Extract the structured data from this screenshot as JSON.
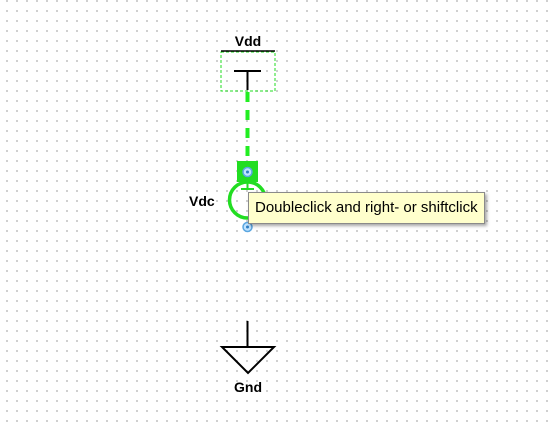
{
  "schematic": {
    "components": {
      "vdd": {
        "label": "Vdd",
        "icon": "supply-rail-icon"
      },
      "vdc": {
        "label": "Vdc",
        "icon": "dc-voltage-source-icon"
      },
      "gnd": {
        "label": "Gnd",
        "icon": "ground-icon"
      }
    },
    "wire": {
      "icon": "dashed-wire-icon"
    }
  },
  "tooltip": {
    "text": "Doubleclick and right- or shiftclick"
  },
  "colors": {
    "selection": "#22dd22",
    "wire": "#22ee22",
    "pin": "#5aa6e0",
    "tooltip_bg": "#ffffcc",
    "grid_dot": "#c4c4c4"
  }
}
